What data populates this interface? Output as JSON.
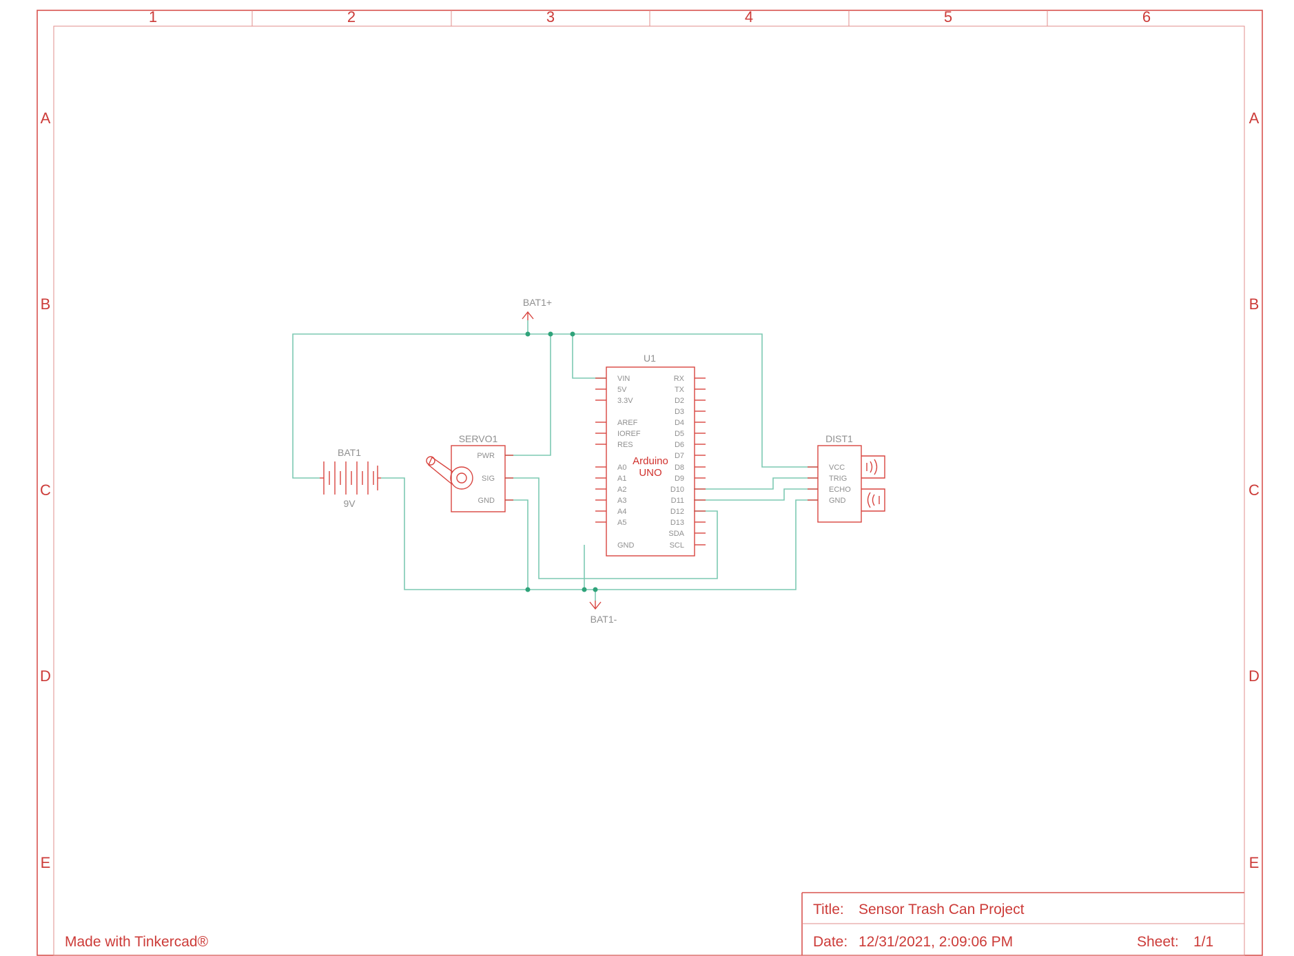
{
  "frame": {
    "columns": [
      "1",
      "2",
      "3",
      "4",
      "5",
      "6"
    ],
    "rows": [
      "A",
      "B",
      "C",
      "D",
      "E"
    ]
  },
  "parts": {
    "battery": {
      "ref": "BAT1",
      "value": "9V"
    },
    "servo": {
      "ref": "SERVO1",
      "pins": [
        "PWR",
        "SIG",
        "GND"
      ]
    },
    "arduino": {
      "ref": "U1",
      "name_line1": "Arduino",
      "name_line2": "UNO",
      "left_pins": [
        "VIN",
        "5V",
        "3.3V",
        "AREF",
        "IOREF",
        "RES",
        "A0",
        "A1",
        "A2",
        "A3",
        "A4",
        "A5",
        "GND"
      ],
      "right_pins": [
        "RX",
        "TX",
        "D2",
        "D3",
        "D4",
        "D5",
        "D6",
        "D7",
        "D8",
        "D9",
        "D10",
        "D11",
        "D12",
        "D13",
        "SDA",
        "SCL"
      ]
    },
    "distance": {
      "ref": "DIST1",
      "pins": [
        "VCC",
        "TRIG",
        "ECHO",
        "GND"
      ]
    }
  },
  "nets": {
    "power": "BAT1+",
    "ground": "BAT1-"
  },
  "footer": {
    "made_with": "Made with Tinkercad®"
  },
  "title_block": {
    "title_label": "Title:",
    "title": "Sensor Trash Can Project",
    "date_label": "Date:",
    "date": "12/31/2021, 2:09:06 PM",
    "sheet_label": "Sheet:",
    "sheet": "1/1"
  },
  "colors": {
    "frame": "#d9534f",
    "wire": "#7cc9b2",
    "junction": "#2fa37a",
    "pin_label": "#8f8f8f"
  }
}
